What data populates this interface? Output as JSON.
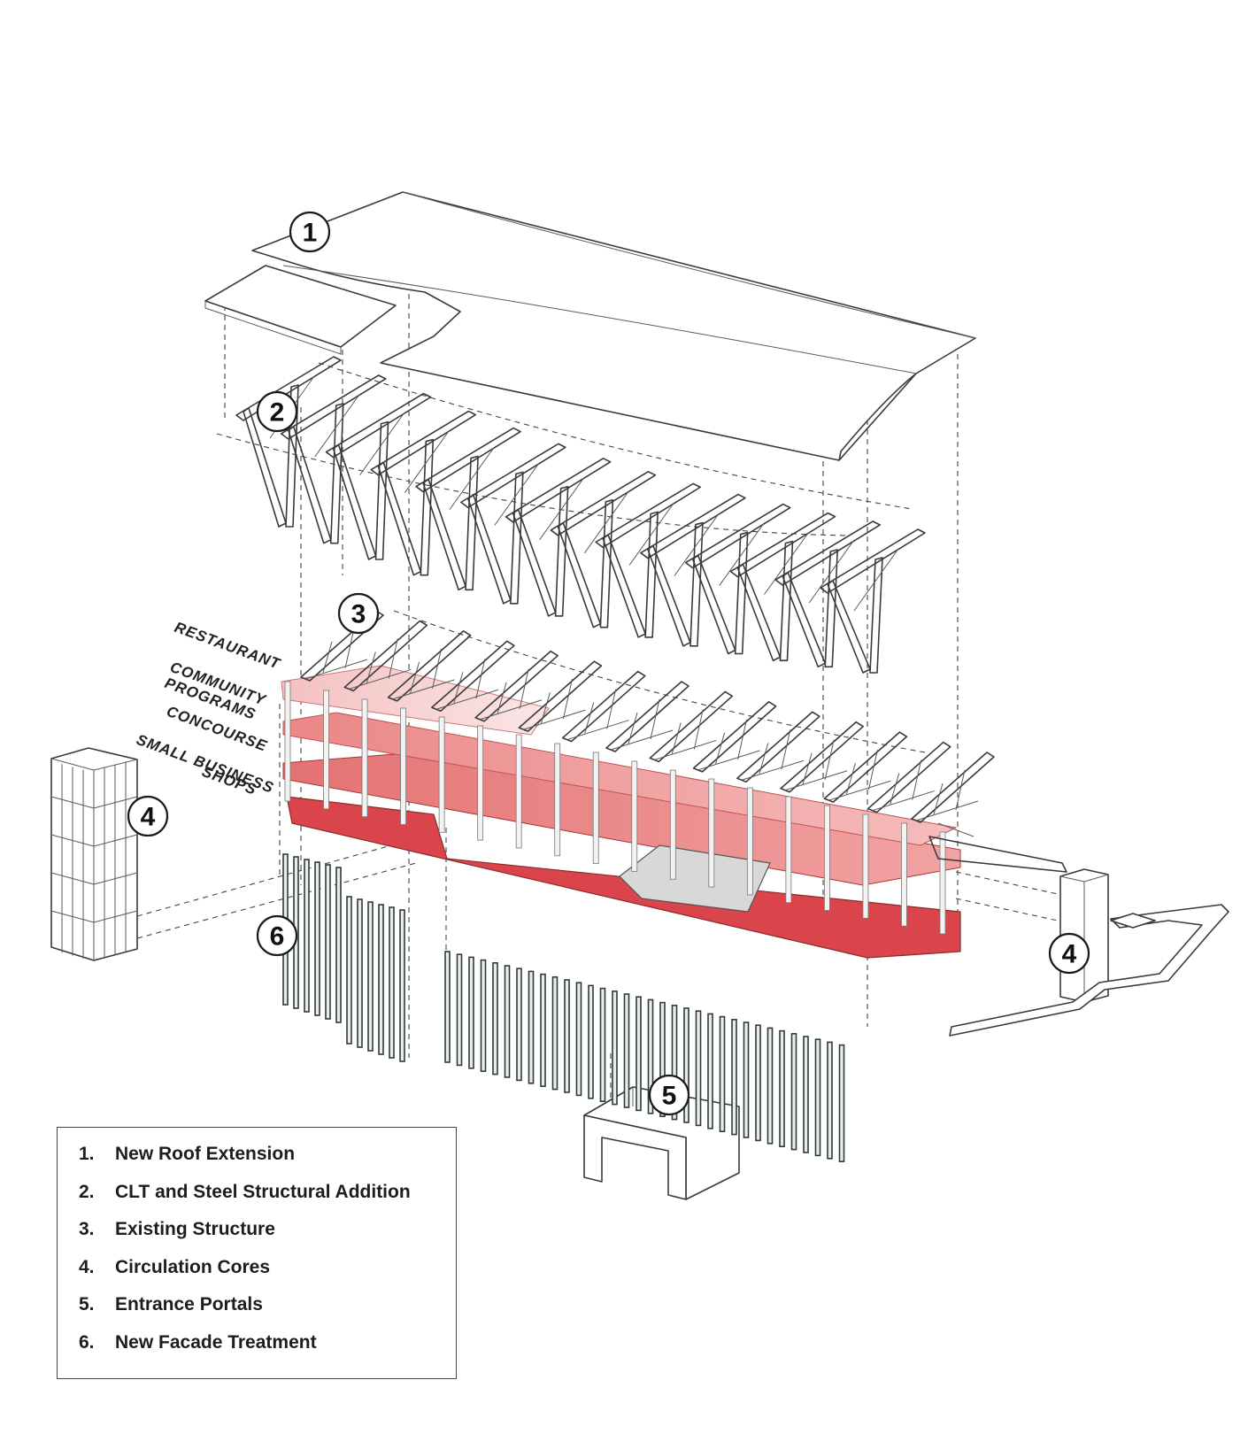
{
  "badges": [
    {
      "label": "1"
    },
    {
      "label": "2"
    },
    {
      "label": "3"
    },
    {
      "label": "4"
    },
    {
      "label": "4"
    },
    {
      "label": "5"
    },
    {
      "label": "6"
    }
  ],
  "floor_labels": {
    "restaurant": "RESTAURANT",
    "community_1": "COMMUNITY",
    "community_2": "PROGRAMS",
    "concourse": "CONCOURSE",
    "shops_1": "SMALL BUSINESS",
    "shops_2": "SHOPS"
  },
  "legend": {
    "items": [
      {
        "num": "1.",
        "text": "New Roof Extension"
      },
      {
        "num": "2.",
        "text": "CLT and Steel Structural Addition"
      },
      {
        "num": "3.",
        "text": "Existing Structure"
      },
      {
        "num": "4.",
        "text": "Circulation Cores"
      },
      {
        "num": "5.",
        "text": "Entrance Portals"
      },
      {
        "num": "6.",
        "text": "New Facade Treatment"
      }
    ]
  },
  "colors": {
    "floor_dark": "#d9454a",
    "floor_mid": "#ec8a8a",
    "floor_light": "#f6c6c6",
    "fin_stroke": "#2f3b38"
  }
}
